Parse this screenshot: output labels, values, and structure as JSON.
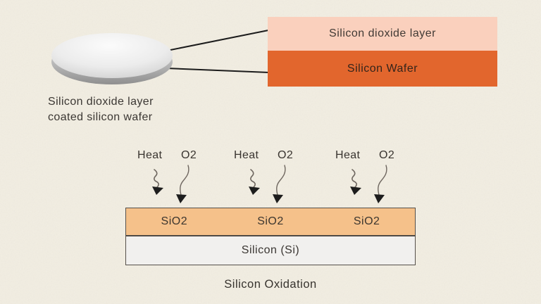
{
  "title": "Silicon oxidation process diagram",
  "colors": {
    "background": "#f4f0e5",
    "silicon_dioxide_layer_fill": "#fad0bd",
    "silicon_wafer_fill": "#e2662d",
    "sio2_band_fill": "#f5c18a",
    "silicon_band_fill": "#f1f0ee",
    "band_border": "#55504a",
    "connector_line": "#1c1c1c",
    "text": "#3b3733",
    "wafer_disc_gray": "#c9c9c9"
  },
  "wafer_section": {
    "disc_icon": "silicon-wafer-disc",
    "caption_line1": "Silicon dioxide layer",
    "caption_line2": "coated silicon wafer",
    "stack": {
      "top_layer_label": "Silicon dioxide layer",
      "bottom_layer_label": "Silicon Wafer"
    }
  },
  "oxidation_section": {
    "heat_groups": [
      {
        "heat_label": "Heat",
        "o2_label": "O2"
      },
      {
        "heat_label": "Heat",
        "o2_label": "O2"
      },
      {
        "heat_label": "Heat",
        "o2_label": "O2"
      }
    ],
    "sio2_labels": [
      "SiO2",
      "SiO2",
      "SiO2"
    ],
    "silicon_label": "Silicon (Si)",
    "caption": "Silicon Oxidation"
  }
}
